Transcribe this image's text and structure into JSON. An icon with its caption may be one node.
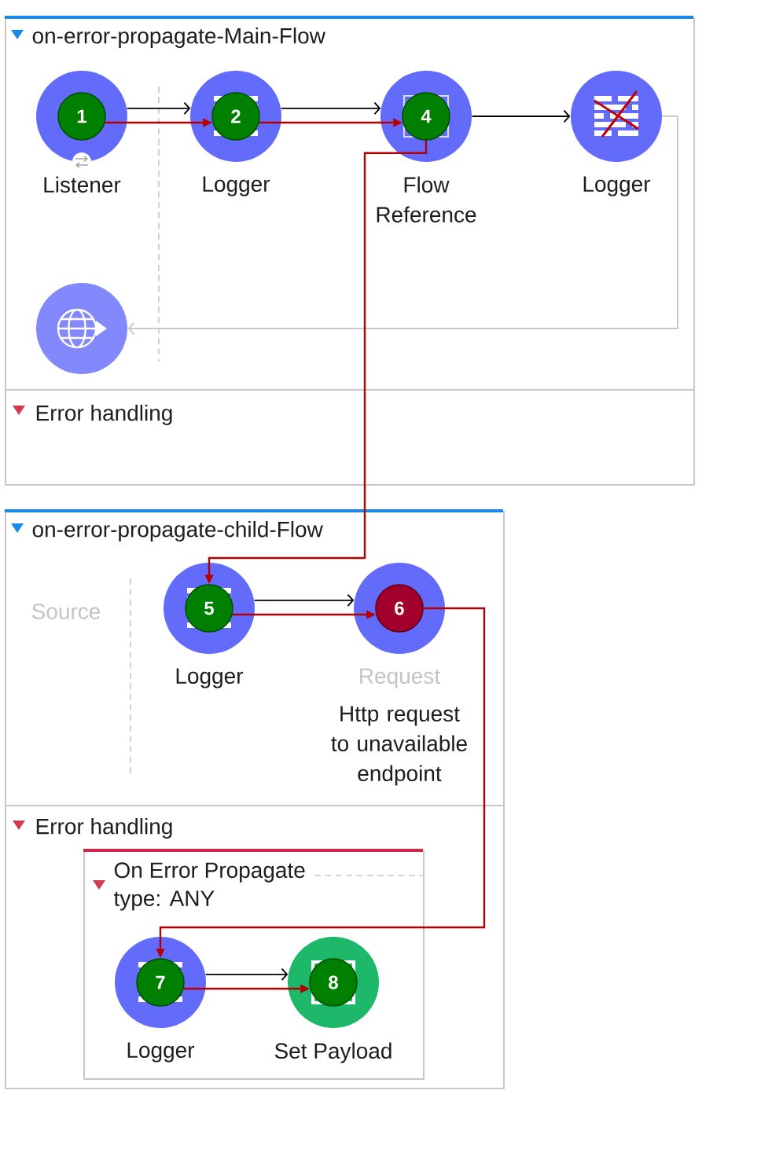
{
  "diagram": {
    "nodes": [
      {
        "text": [
          "on-error-propagate-Main-Flow"
        ]
      },
      {
        "text": [],
        "shape": "circle",
        "in": 0,
        "beside": [
          "Listener"
        ]
      },
      {
        "text": [
          "1"
        ],
        "in": 1
      },
      {
        "text": [],
        "shape": "circle",
        "in": 0,
        "beside": [
          "Logger"
        ]
      },
      {
        "text": [
          "2"
        ],
        "in": 3
      },
      {
        "text": [],
        "shape": "circle",
        "in": 0,
        "beside": [
          "Flow Reference"
        ]
      },
      {
        "text": [
          "4"
        ],
        "in": 5
      },
      {
        "text": [],
        "shape": "circle",
        "in": 0,
        "beside": [
          "Logger"
        ]
      },
      {
        "text": [],
        "shape": "circle",
        "in": 0
      },
      {
        "text": [
          "on-error-propagate-child-Flow"
        ]
      },
      {
        "text": [],
        "shape": "circle",
        "in": 9,
        "beside": [
          "Logger"
        ]
      },
      {
        "text": [
          "5"
        ],
        "in": 10
      },
      {
        "text": [],
        "shape": "circle",
        "in": 9,
        "beside": [
          "Request",
          "Http request to unavailable endpoint"
        ]
      },
      {
        "text": [
          "6"
        ],
        "in": 12
      },
      {
        "text": [
          "Error handling"
        ],
        "in": 9
      },
      {
        "text": [
          "On Error Propagate",
          "type: ANY"
        ],
        "in": 14
      },
      {
        "text": [],
        "shape": "circle",
        "in": 15,
        "beside": [
          "Logger"
        ]
      },
      {
        "text": [
          "7"
        ],
        "in": 16
      },
      {
        "text": [],
        "shape": "circle",
        "in": 15,
        "beside": [
          "Set Payload"
        ]
      },
      {
        "text": [
          "8"
        ],
        "in": 18
      }
    ],
    "edges": [
      {
        "from": 1,
        "to": 3,
        "arrow": "to",
        "color": "#000000"
      },
      {
        "from": 2,
        "to": 4,
        "arrow": "to",
        "color": "#b40000"
      },
      {
        "from": 3,
        "to": 5,
        "arrow": "to",
        "color": "#000000"
      },
      {
        "from": 4,
        "to": 6,
        "arrow": "to",
        "color": "#b40000"
      },
      {
        "from": 5,
        "to": 7,
        "arrow": "to",
        "color": "#000000"
      },
      {
        "from": 7,
        "to": 8,
        "arrow": "to",
        "color": "#c8c8c8"
      },
      {
        "from": 6,
        "to": 11,
        "arrow": "to",
        "color": "#b40000"
      },
      {
        "from": 10,
        "to": 12,
        "arrow": "to",
        "color": "#000000"
      },
      {
        "from": 11,
        "to": 13,
        "arrow": "to",
        "color": "#b40000"
      },
      {
        "from": 13,
        "to": 17,
        "arrow": "to",
        "color": "#b40000"
      },
      {
        "from": 16,
        "to": 18,
        "arrow": "to",
        "color": "#000000"
      },
      {
        "from": 17,
        "to": 19,
        "arrow": "to",
        "color": "#b40000"
      }
    ],
    "labels": [
      "Error handling",
      "Source"
    ]
  }
}
